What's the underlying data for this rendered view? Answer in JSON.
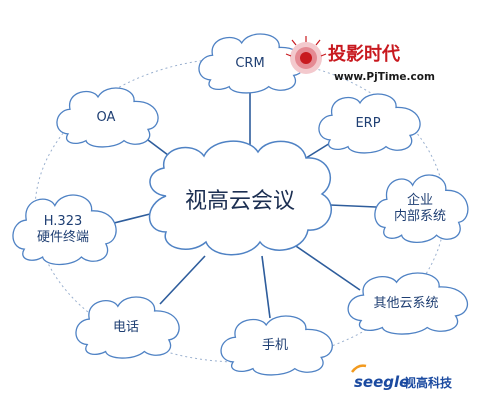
{
  "diagram": {
    "center": "视高云会议",
    "nodes": [
      {
        "id": "crm",
        "lines": [
          "CRM"
        ]
      },
      {
        "id": "erp",
        "lines": [
          "ERP"
        ]
      },
      {
        "id": "enterprise",
        "lines": [
          "企业",
          "内部系统"
        ]
      },
      {
        "id": "other-cloud",
        "lines": [
          "其他云系统"
        ]
      },
      {
        "id": "mobile",
        "lines": [
          "手机"
        ]
      },
      {
        "id": "phone",
        "lines": [
          "电话"
        ]
      },
      {
        "id": "h323",
        "lines": [
          "H.323",
          "硬件终端"
        ]
      },
      {
        "id": "oa",
        "lines": [
          "OA"
        ]
      }
    ]
  },
  "watermark": {
    "title": "投影时代",
    "url": "www.PjTime.com"
  },
  "brand": {
    "logo_text": "seegle",
    "name_cn": "视高科技"
  },
  "colors": {
    "cloud_stroke": "#4f82c4",
    "link": "#2e5d9c",
    "label": "#1f3f73",
    "watermark_red": "#c8191f",
    "brand_blue": "#1b4aa0"
  }
}
